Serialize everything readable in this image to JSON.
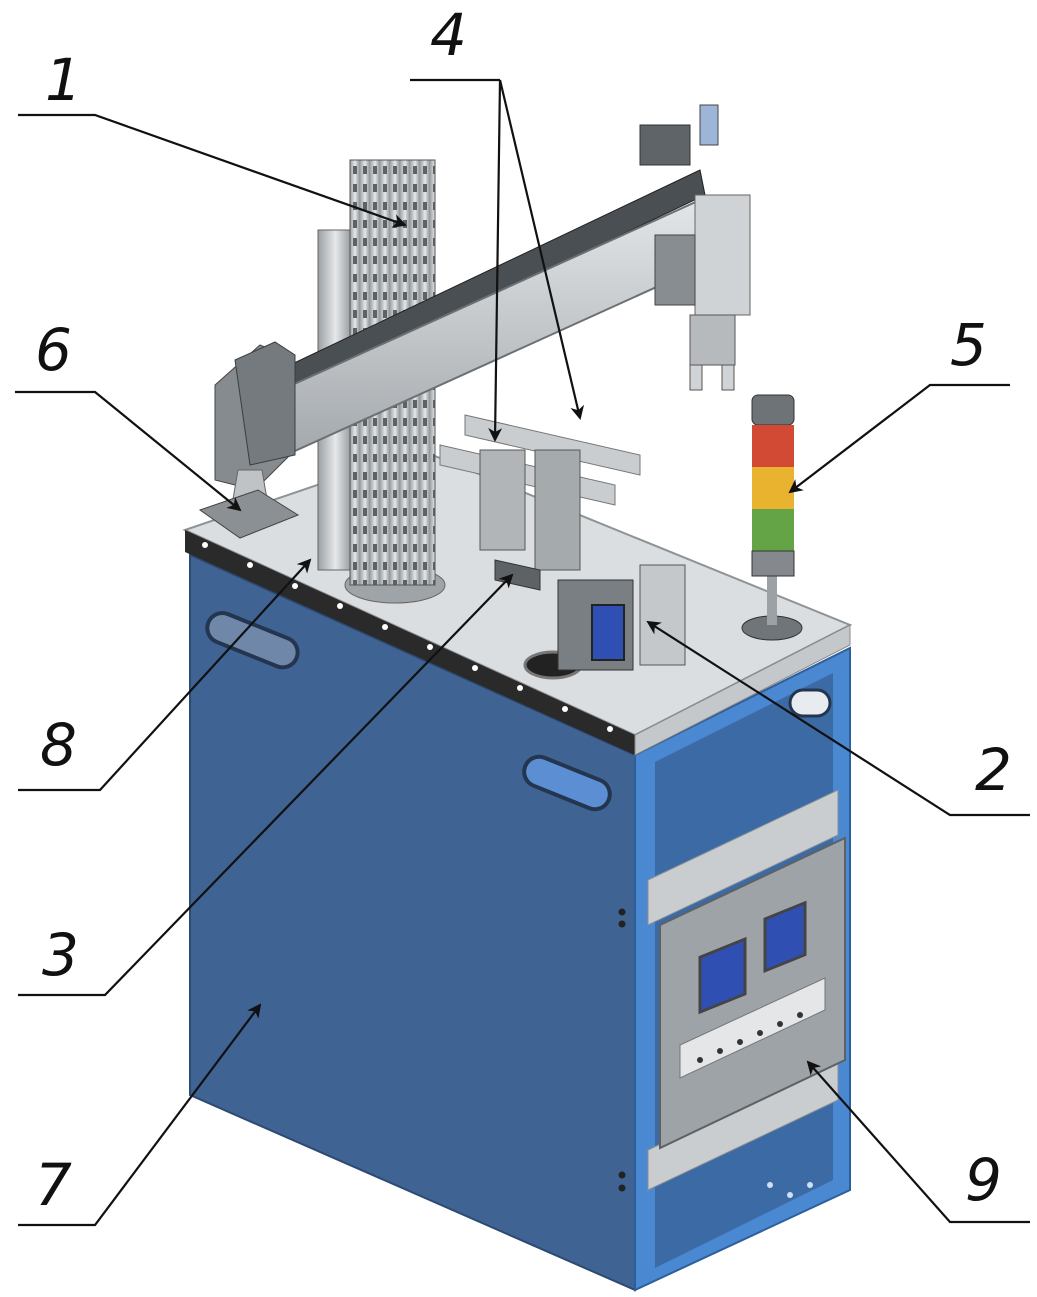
{
  "callouts": [
    {
      "id": "1",
      "label": "1"
    },
    {
      "id": "2",
      "label": "2"
    },
    {
      "id": "3",
      "label": "3"
    },
    {
      "id": "4",
      "label": "4"
    },
    {
      "id": "5",
      "label": "5"
    },
    {
      "id": "6",
      "label": "6"
    },
    {
      "id": "7",
      "label": "7"
    },
    {
      "id": "8",
      "label": "8"
    },
    {
      "id": "9",
      "label": "9"
    }
  ],
  "colors": {
    "cabinet_side": "#3f6393",
    "cabinet_front": "#4a79b8",
    "cabinet_frame": "#4a88d2",
    "table_top": "#d9dde0",
    "aluminium": "#c7cbce",
    "dark_metal": "#6f7478",
    "screen": "#2f4fb2",
    "light_red": "#d24a34",
    "light_yellow": "#e9b22f",
    "light_green": "#64a446"
  }
}
